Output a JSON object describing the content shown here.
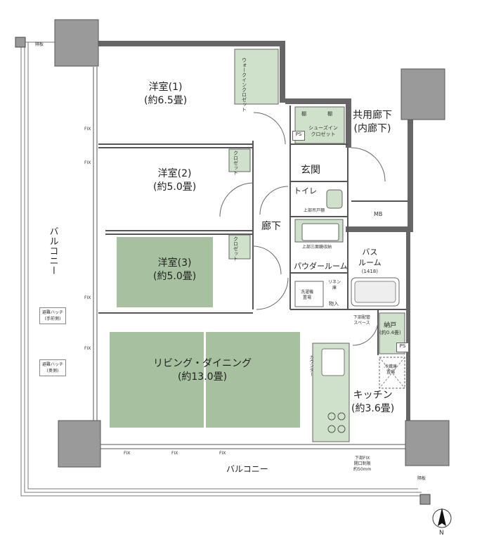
{
  "rooms": {
    "western1": {
      "name": "洋室(1)",
      "area": "(約6.5畳)"
    },
    "western2": {
      "name": "洋室(2)",
      "area": "(約5.0畳)"
    },
    "western3": {
      "name": "洋室(3)",
      "area": "(約5.0畳)"
    },
    "living": {
      "name": "リビング・ダイニング",
      "area": "(約13.0畳)"
    },
    "kitchen": {
      "name": "キッチン",
      "area": "(約3.6畳)"
    },
    "corridor_shared": {
      "name": "共用廊下",
      "area": "(内廊下)"
    },
    "entrance": "玄関",
    "toilet": "トイレ",
    "hallway": "廊下",
    "powder": "パウダールーム",
    "bath": {
      "name": "バス",
      "name2": "ルーム",
      "size": "(1418)"
    },
    "storage": {
      "name": "納戸",
      "area": "(約0.4畳)"
    },
    "mb": "MB"
  },
  "labels": {
    "balcony_west": "バルコニー",
    "balcony_south": "バルコニー",
    "walkin_closet": "ウォークインクロゼット",
    "closet": "クロゼット",
    "shoes_in_closet": "シューズインクロゼット",
    "shelf": "棚",
    "ps": "PS",
    "fix": "FIX",
    "partition": "隔板",
    "hatch_lines": [
      "避難ハッチ",
      "(手前側)"
    ],
    "hatch2_lines": [
      "避難ハッチ",
      "(奥側)"
    ],
    "toilet_upper": "上部吊戸棚",
    "wash_upper": "上部三面鏡収納",
    "washer": "洗濯機",
    "washer2": "置場",
    "linen": "リネン庫",
    "storage_small": "物入",
    "under_floor_lines": [
      "下部配管",
      "スペース"
    ],
    "fridge": "冷蔵庫",
    "fridge2": "置場",
    "counter": "カウンター",
    "bottom_fix_lines": [
      "下部FIX",
      "開口制限",
      "約50mm"
    ],
    "north": "N"
  },
  "colors": {
    "room_fill": "#a6c0a0",
    "closet_fill": "#cfe0cb",
    "column": "#9a9a9a",
    "wall": "#555555"
  }
}
